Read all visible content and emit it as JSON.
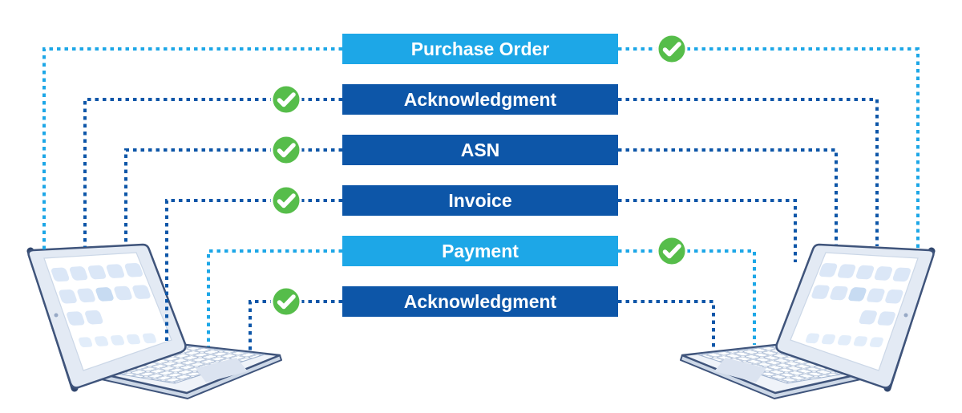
{
  "flow": {
    "documents": [
      {
        "label": "Purchase Order",
        "style": "light",
        "check_side": "right"
      },
      {
        "label": "Acknowledgment",
        "style": "dark",
        "check_side": "left"
      },
      {
        "label": "ASN",
        "style": "dark",
        "check_side": "left"
      },
      {
        "label": "Invoice",
        "style": "dark",
        "check_side": "left"
      },
      {
        "label": "Payment",
        "style": "light",
        "check_side": "right"
      },
      {
        "label": "Acknowledgment",
        "style": "dark",
        "check_side": "left"
      }
    ],
    "colors": {
      "light_blue": "#1DA7E7",
      "dark_blue": "#0D56A8",
      "check_green": "#56BD4A",
      "check_mark": "#FFFFFF",
      "laptop_outline": "#3F547B",
      "laptop_edge_navy": "#31476E",
      "laptop_bezel": "#E3EAF4",
      "laptop_screen": "#FFFFFF",
      "app_tile": "#DBE7F7",
      "app_tile_dark": "#C7DBF2",
      "app_tile_small": "#E2EDFA",
      "keyboard_fill": "#EFF3F9",
      "keyboard_skirt": "#CDD8E7",
      "key_stroke": "#9FB2CE",
      "trackpad": "#DBE3F0"
    },
    "icons": {
      "check_badge": "checkmark-icon",
      "left_node": "laptop-left-illustration",
      "right_node": "laptop-right-illustration"
    }
  }
}
